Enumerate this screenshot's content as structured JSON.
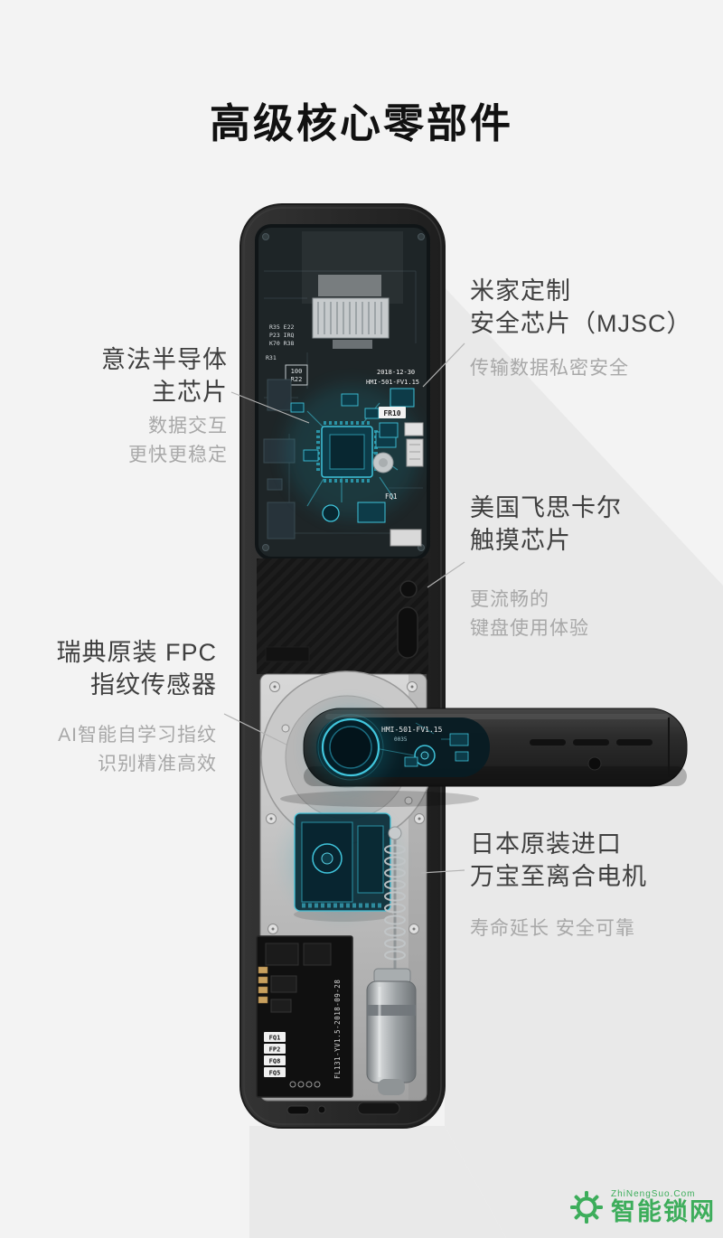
{
  "page": {
    "title": "高级核心零部件",
    "background": "#f3f3f3"
  },
  "callouts": {
    "mjsc": {
      "title_line1": "米家定制",
      "title_line2": "安全芯片（MJSC）",
      "sub_line1": "传输数据私密安全"
    },
    "main_chip": {
      "title_line1": "意法半导体",
      "title_line2": "主芯片",
      "sub_line1": "数据交互",
      "sub_line2": "更快更稳定"
    },
    "touch": {
      "title_line1": "美国飞思卡尔",
      "title_line2": "触摸芯片",
      "sub_line1": "更流畅的",
      "sub_line2": "键盘使用体验"
    },
    "fpc": {
      "title_line1": "瑞典原装 FPC",
      "title_line2": "指纹传感器",
      "sub_line1": "AI智能自学习指纹",
      "sub_line2": "识别精准高效"
    },
    "motor": {
      "title_line1": "日本原装进口",
      "title_line2": "万宝至离合电机",
      "sub_line1": "寿命延长 安全可靠"
    }
  },
  "device": {
    "pcb_date": "2018-12-30",
    "pcb_model": "HMI-501-FV1.15",
    "label_fr10": "FR10",
    "label_fq1": "FQ1",
    "label_r1": "R35 E22",
    "label_r2": "P23 IRQ",
    "label_r3": "K70 R38",
    "label_r31": "R31",
    "label_100": "100",
    "label_r22": "R22",
    "handle_model": "HMI-501-FV1.15",
    "handle_code": "0035",
    "bottom_board_code": "FL131-YV1.5-2018-09-28",
    "bottom_labels": [
      "FQ1",
      "FP2",
      "FQ8",
      "FQ5"
    ]
  },
  "watermark": {
    "top_text": "ZhiNengSuo.Com",
    "main_text": "智能锁网"
  },
  "colors": {
    "accent_cyan": "#3fc3da",
    "watermark_green": "#2fa84f",
    "shadow": "#e9e9e9"
  }
}
